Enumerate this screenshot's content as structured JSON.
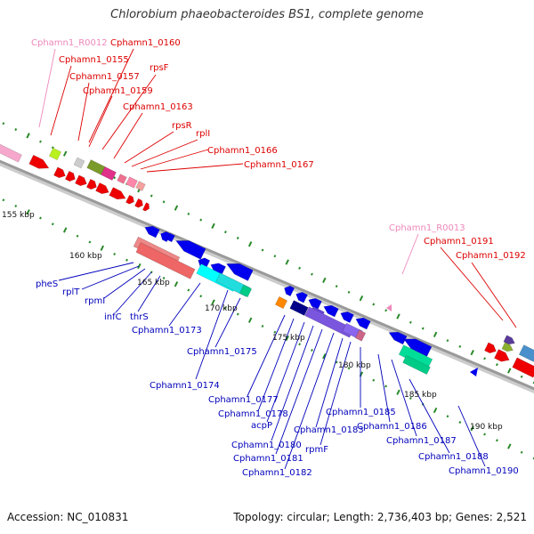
{
  "header": {
    "title": "Chlorobium phaeobacteroides BS1, complete genome"
  },
  "footer": {
    "accession": "Accession: NC_010831",
    "summary": "Topology: circular; Length: 2,736,403 bp; Genes: 2,521"
  },
  "colors": {
    "forward_label": "#dd0000",
    "reverse_label": "#0000bb",
    "rna_label": "#ee88bb",
    "backbone": "#9a9a9a",
    "tick_dot": "#2a8a2a"
  },
  "scale_labels": [
    "155 kbp",
    "160 kbp",
    "165 kbp",
    "170 kbp",
    "175 kbp",
    "180 kbp",
    "185 kbp",
    "190 kbp"
  ],
  "forward_labels": [
    "Cphamn1_R0012",
    "Cphamn1_0160",
    "Cphamn1_0155",
    "rpsF",
    "Cphamn1_0157",
    "Cphamn1_0159",
    "Cphamn1_0163",
    "rpsR",
    "rplI",
    "Cphamn1_0166",
    "Cphamn1_0167",
    "Cphamn1_R0013",
    "Cphamn1_0191",
    "Cphamn1_0192"
  ],
  "reverse_labels": [
    "pheS",
    "rplT",
    "rpmI",
    "infC",
    "thrS",
    "Cphamn1_0173",
    "Cphamn1_0175",
    "Cphamn1_0174",
    "Cphamn1_0177",
    "Cphamn1_0178",
    "acpP",
    "Cphamn1_0180",
    "Cphamn1_0181",
    "Cphamn1_0182",
    "Cphamn1_0183",
    "rpmF",
    "Cphamn1_0185",
    "Cphamn1_0186",
    "Cphamn1_0187",
    "Cphamn1_0188",
    "Cphamn1_0190"
  ]
}
